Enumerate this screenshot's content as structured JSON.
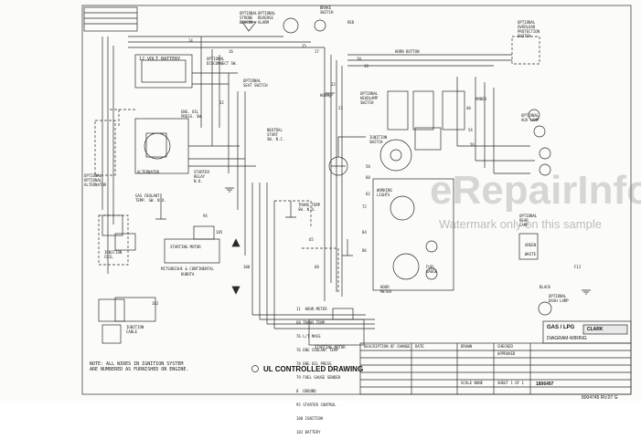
{
  "title_block": {
    "drawing_label": "UL CONTROLLED DRAWING",
    "model": "GAS / LPG",
    "sheet_title": "DIAGRAM-WIRING",
    "brand": "CLARK",
    "part_number": "1806497",
    "page_ref": "8004745 RV.07 G"
  },
  "labels": {
    "battery": "12 VOLT BATTERY",
    "battery_disconnect": "OPTIONAL\nDISCONNECT SW.",
    "seat_switch": "OPTIONAL\nSEAT SWITCH",
    "horn": "HORN",
    "horn_button": "HORN BUTTON",
    "strobe": "OPTIONAL\nSTROBE\nBEACON",
    "reverse_alarm": "OPTIONAL\nREVERSE\nALARM",
    "brake_switch": "BRAKE\nSWITCH",
    "overload": "OPTIONAL\nOVERLOAD\nPROTECTION\nSWITCH",
    "headlamp_switch": "OPTIONAL\nHEADLAMP\nSWITCH",
    "aux_lamp": "OPTIONAL\nAUX LAMP",
    "rear_lamp": "OPTIONAL\nREAR\nLAMP",
    "alternator": "ALTERNATOR",
    "optional_alternator": "OPTIONAL\nOPTIONAL\nALTERNATOR",
    "oil_press": "ENG. OIL\nPRESS. SW.",
    "neutral_start": "NEUTRAL\nSTART\nSW. N.C.",
    "ignition_switch": "IGNITION\nSWITCH",
    "starter_relay": "STARTER\nRELAY\nN.O.",
    "gas_coolant": "GAS COOLANT\nTEMP. SW. N.O.",
    "trans_temp": "TRANS TEMP\nSW. N.O.",
    "mitsubishi": "MITSUBISHI & CONTINENTAL",
    "kubota": "KUBOTA",
    "starting_motor_1": "STARTING MOTOR",
    "starting_motor_2": "STARTING MOTOR",
    "ignition_coil": "IGNITION\nCOIL",
    "ignition_cable": "IGNITION\nCABLE",
    "hour_meter": "HOUR\nMETER",
    "fuel_gauge": "FUEL\nGAUGE",
    "working": "WORKING\nLIGHTS",
    "dash_lamp": "OPTIONAL\nDASH LAMP",
    "green": "GREEN",
    "white": "WHITE",
    "black": "BLACK",
    "amber": "AMBER",
    "red": "RED"
  },
  "legend": [
    "11  HOUR METER",
    "68 TRANS TEMP",
    "76 L/T MASS",
    "76 ENG COOLANT TEMP",
    "78 ENG OIL PRESS",
    "79 FUEL GAUGE SENDER",
    "8  GROUND",
    "95 STARTER CONTROL",
    "100 IGNITION",
    "182 BATTERY"
  ],
  "note": "NOTE: ALL WIRES IN IGNITION SYSTEM\nARE NUMBERED AS FURNISHED ON ENGINE.",
  "wire_numbers": [
    "14",
    "15",
    "16",
    "17",
    "18",
    "19",
    "22",
    "23",
    "32",
    "40",
    "54",
    "56",
    "58",
    "60",
    "62",
    "65",
    "68",
    "72",
    "84",
    "86",
    "94",
    "100",
    "182",
    "185",
    "F12"
  ],
  "title_table": [
    "DESCRIPTION OF CHANGE",
    "DATE",
    "DRAWN",
    "CHECKED",
    "APPROVED",
    "SCALE NONE",
    "SHEET 1 OF 1"
  ],
  "watermark": {
    "main": "eRepairInfo.com",
    "sub": "Watermark only on this sample"
  },
  "colors": {
    "line": "#2a2a2a",
    "paper": "#fbfbf8",
    "watermark": "#8a8a8a"
  }
}
